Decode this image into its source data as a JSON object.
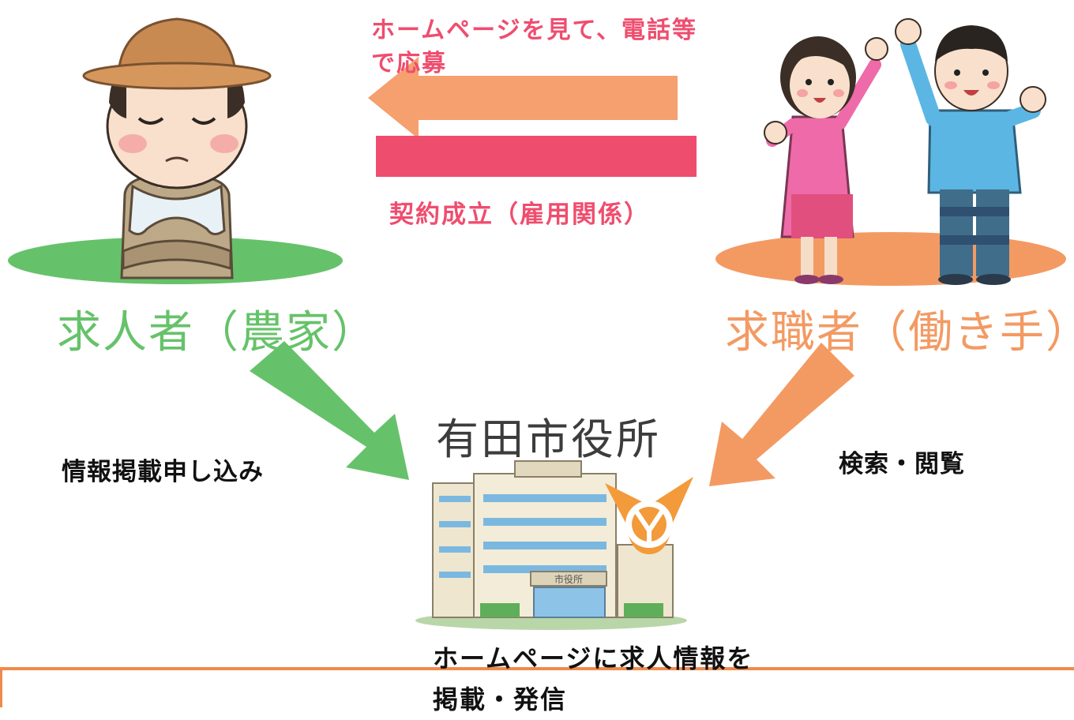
{
  "colors": {
    "farmer_green": "#66c26a",
    "worker_orange": "#f39a63",
    "apply_orange": "#f5a06e",
    "contract_pink": "#ef4d6e",
    "text_dark": "#111111"
  },
  "labels": {
    "farmer": "求人者（農家）",
    "worker": "求職者（働き手）",
    "office": "有田市役所",
    "apply": "ホームページを見て、電話等で応募",
    "contract": "契約成立（雇用関係）",
    "submit": "情報掲載申し込み",
    "browse": "検索・閲覧",
    "publish": "ホームページに求人情報を掲載・発信"
  },
  "building": {
    "sign": "市役所"
  },
  "icons": {
    "farmer": "farmer-illustration",
    "workers": "worker-couple-illustration",
    "office": "city-hall-building-illustration",
    "emblem": "city-emblem-icon"
  }
}
